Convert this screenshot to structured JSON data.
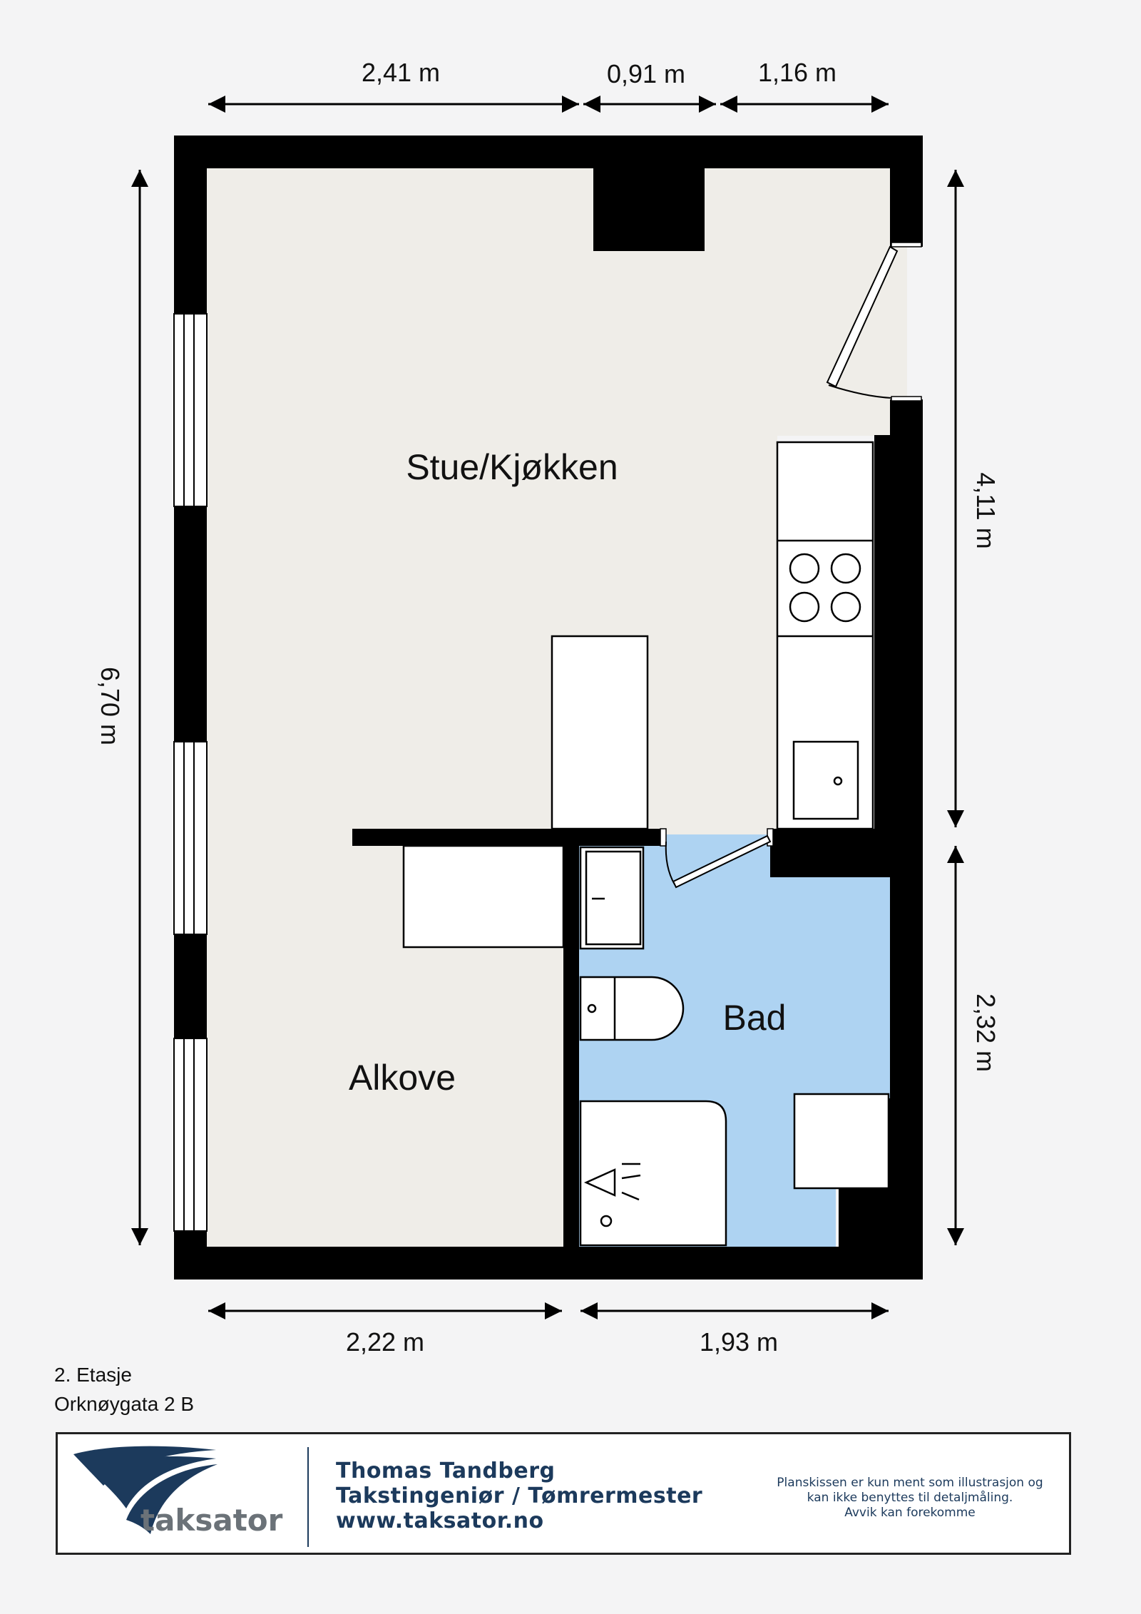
{
  "colors": {
    "background": "#f4f4f5",
    "floor": "#efede8",
    "bathroom": "#aed3f2",
    "wall": "#000000",
    "brand": "#1c3a5c"
  },
  "dimensions": {
    "top_left": "2,41 m",
    "top_middle": "0,91 m",
    "top_right": "1,16 m",
    "left_total": "6,70 m",
    "right_upper": "4,11 m",
    "right_lower": "2,32 m",
    "bottom_left": "2,22 m",
    "bottom_right": "1,93 m"
  },
  "rooms": {
    "living_kitchen": "Stue/Kjøkken",
    "bathroom": "Bad",
    "alcove": "Alkove"
  },
  "caption": {
    "floor": "2. Etasje",
    "address": "Orknøygata 2 B"
  },
  "footer": {
    "logo_text": "taksator",
    "name": "Thomas Tandberg",
    "title": "Takstingeniør / Tømrermester",
    "website": "www.taksator.no",
    "disclaimer": [
      "Planskissen er kun ment som illustrasjon og",
      "kan ikke benyttes til detaljmåling.",
      "Avvik kan forekomme"
    ]
  }
}
